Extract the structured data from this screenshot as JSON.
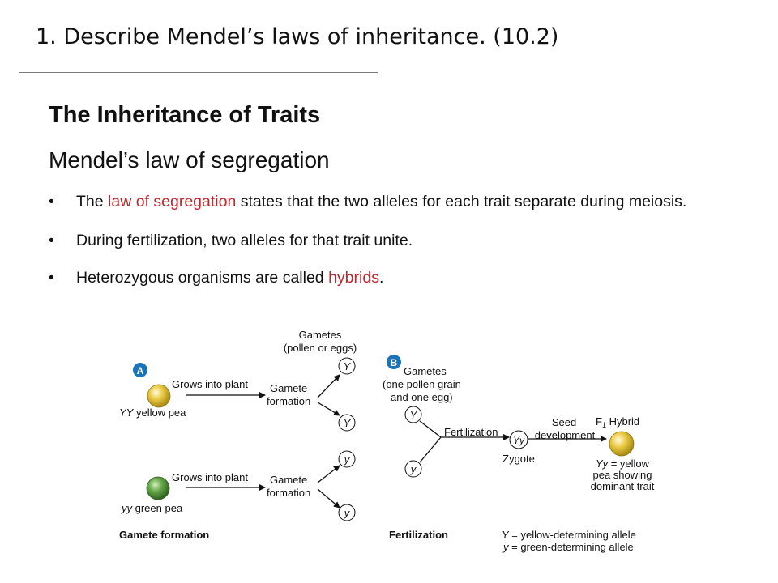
{
  "slide": {
    "title": "1. Describe Mendel’s laws of inheritance.   (10.2)",
    "heading": "The Inheritance of Traits",
    "subheading": "Mendel’s law of segregation",
    "bullets": {
      "b1": {
        "before": "The ",
        "term": "law of segregation",
        "after": " states that the two alleles for each trait separate during meiosis."
      },
      "b2": {
        "text": "During fertilization, two alleles for that trait unite."
      },
      "b3": {
        "before": "Heterozygous organisms are called ",
        "term": "hybrids",
        "after": "."
      }
    },
    "term_color": "#c0262d"
  },
  "figure": {
    "badge_a": "A",
    "badge_b": "B",
    "badge_color": "#1b74b9",
    "gametes_top": "Gametes",
    "gametes_top_sub": "(pollen or eggs)",
    "grows_into_plant": "Grows into plant",
    "gamete": "Gamete",
    "formation": "formation",
    "yy_yellow": "yellow pea",
    "yy_yellow_geno": "YY",
    "yy_green": "green pea",
    "yy_green_geno": "yy",
    "allele_Y": "Y",
    "allele_y": "y",
    "gametes_b": "Gametes",
    "gametes_b_line2": "(one pollen grain",
    "gametes_b_line3": "and one egg)",
    "fertilization_arrow": "Fertilization",
    "zygote_geno": "Yy",
    "zygote": "Zygote",
    "seed": "Seed",
    "development": "development",
    "f1_hybrid_f": "F",
    "f1_hybrid_sub": "1",
    "f1_hybrid_rest": " Hybrid",
    "hybrid_geno": "Yy",
    "hybrid_eq": " = yellow",
    "hybrid_line2": "pea showing",
    "hybrid_line3": "dominant trait",
    "label_gamete_formation": "Gamete formation",
    "label_fertilization": "Fertilization",
    "key_Y": "Y",
    "key_Y_text": " = yellow-determining allele",
    "key_y": "y",
    "key_y_text": " = green-determining allele",
    "yellow_color": "#e8c53a",
    "green_color": "#5a9a3c"
  }
}
